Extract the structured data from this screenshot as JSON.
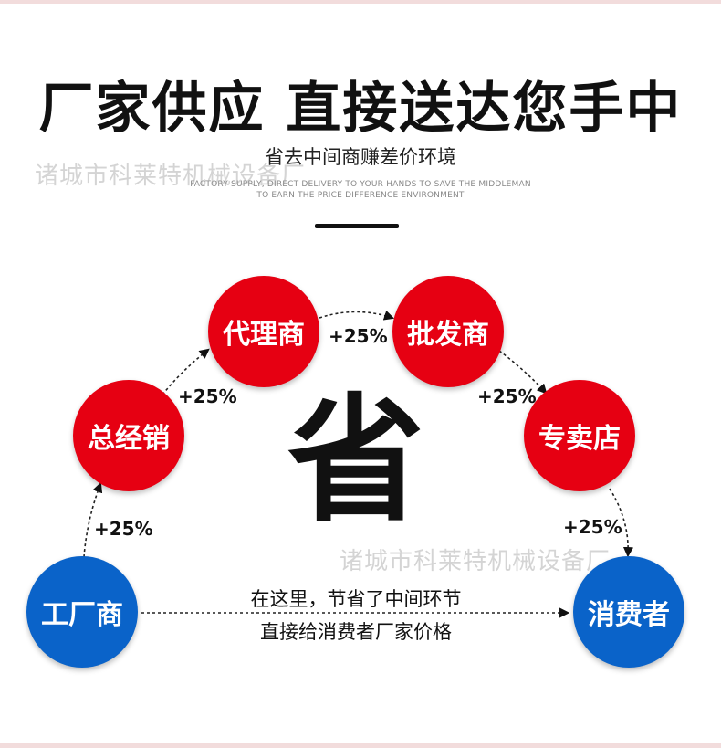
{
  "header": {
    "headline": "厂家供应 直接送达您手中",
    "subtitle": "省去中间商赚差价环境",
    "english_line1": "FACTORY SUPPLY, DIRECT DELIVERY TO YOUR HANDS TO SAVE THE MIDDLEMAN",
    "english_line2": "TO EARN THE PRICE DIFFERENCE ENVIRONMENT"
  },
  "watermark": "诸城市科莱特机械设备厂",
  "diagram": {
    "center_char": "省",
    "nodes": {
      "factory": "工厂商",
      "distributor": "总经销",
      "agent": "代理商",
      "wholesaler": "批发商",
      "store": "专卖店",
      "consumer": "消费者"
    },
    "markup": "+25%",
    "note_line1": "在这里，节省了中间环节",
    "note_line2": "直接给消费者厂家价格"
  },
  "colors": {
    "red": "#e60012",
    "blue": "#0a63c9"
  }
}
